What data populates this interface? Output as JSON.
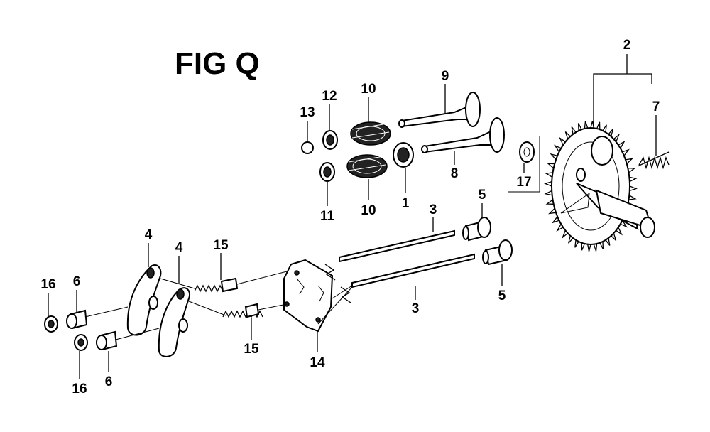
{
  "figure": {
    "title": "FIG Q"
  },
  "callouts": [
    {
      "id": "c1",
      "label": "1",
      "part": "valve-keeper"
    },
    {
      "id": "c2",
      "label": "2",
      "part": "camshaft-gear-assembly"
    },
    {
      "id": "c3a",
      "label": "3",
      "part": "push-rod-upper"
    },
    {
      "id": "c3b",
      "label": "3",
      "part": "push-rod-lower"
    },
    {
      "id": "c4a",
      "label": "4",
      "part": "rocker-arm-left"
    },
    {
      "id": "c4b",
      "label": "4",
      "part": "rocker-arm-right"
    },
    {
      "id": "c5a",
      "label": "5",
      "part": "tappet-upper"
    },
    {
      "id": "c5b",
      "label": "5",
      "part": "tappet-lower"
    },
    {
      "id": "c6a",
      "label": "6",
      "part": "pivot-top"
    },
    {
      "id": "c6b",
      "label": "6",
      "part": "pivot-bottom"
    },
    {
      "id": "c7",
      "label": "7",
      "part": "decompressor-spring"
    },
    {
      "id": "c8",
      "label": "8",
      "part": "intake-valve"
    },
    {
      "id": "c9",
      "label": "9",
      "part": "exhaust-valve"
    },
    {
      "id": "c10a",
      "label": "10",
      "part": "valve-spring-upper"
    },
    {
      "id": "c10b",
      "label": "10",
      "part": "valve-spring-lower"
    },
    {
      "id": "c11",
      "label": "11",
      "part": "valve-retainer-lower"
    },
    {
      "id": "c12",
      "label": "12",
      "part": "valve-retainer-upper"
    },
    {
      "id": "c13",
      "label": "13",
      "part": "valve-cap"
    },
    {
      "id": "c14",
      "label": "14",
      "part": "push-rod-guide-plate"
    },
    {
      "id": "c15a",
      "label": "15",
      "part": "rocker-stud-upper"
    },
    {
      "id": "c15b",
      "label": "15",
      "part": "rocker-stud-lower"
    },
    {
      "id": "c16a",
      "label": "16",
      "part": "nut-top"
    },
    {
      "id": "c16b",
      "label": "16",
      "part": "nut-bottom"
    },
    {
      "id": "c17",
      "label": "17",
      "part": "washer"
    }
  ]
}
